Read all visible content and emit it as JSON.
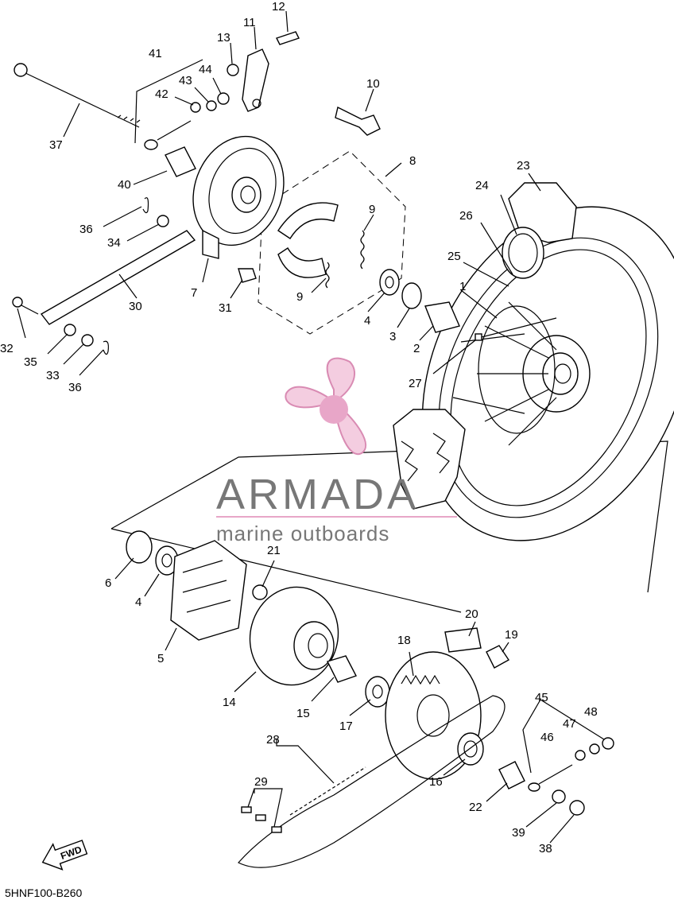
{
  "diagram_code": "5HNF100-B260",
  "watermark": {
    "title": "ARMADA",
    "subtitle": "marine outboards",
    "brand_color": "#e8a6c8"
  },
  "fwd_label": "FWD",
  "callouts": {
    "c1": "1",
    "c2": "2",
    "c3": "3",
    "c4a": "4",
    "c4b": "4",
    "c5": "5",
    "c6": "6",
    "c7": "7",
    "c8": "8",
    "c9a": "9",
    "c9b": "9",
    "c10": "10",
    "c11": "11",
    "c12": "12",
    "c13": "13",
    "c14": "14",
    "c15": "15",
    "c16": "16",
    "c17": "17",
    "c18": "18",
    "c19": "19",
    "c20": "20",
    "c21": "21",
    "c22": "22",
    "c23": "23",
    "c24": "24",
    "c25": "25",
    "c26": "26",
    "c27": "27",
    "c28": "28",
    "c29": "29",
    "c30": "30",
    "c31": "31",
    "c32": "32",
    "c33": "33",
    "c34": "34",
    "c35": "35",
    "c36a": "36",
    "c36b": "36",
    "c37": "37",
    "c38": "38",
    "c39": "39",
    "c40": "40",
    "c41": "41",
    "c42": "42",
    "c43": "43",
    "c44": "44",
    "c45": "45",
    "c46": "46",
    "c47": "47",
    "c48": "48"
  }
}
